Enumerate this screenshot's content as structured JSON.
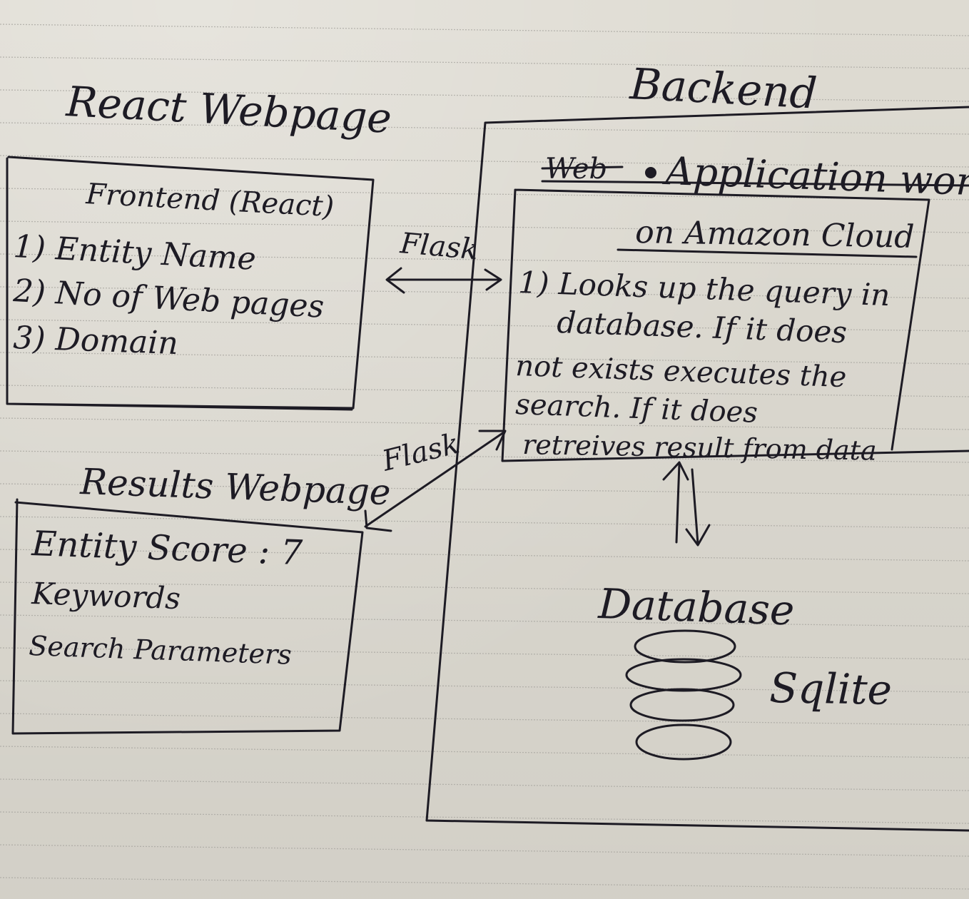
{
  "react_page": {
    "heading": "React Webpage",
    "box_title": "Frontend (React)",
    "items": [
      "1) Entity Name",
      "2) No of Web pages",
      "3) Domain"
    ]
  },
  "results_page": {
    "heading": "Results Webpage",
    "items": [
      "Entity Score : 7",
      "Keywords",
      "Search Parameters"
    ]
  },
  "backend": {
    "heading": "Backend",
    "struck_word": "Web",
    "box_title_line1": "Application works",
    "box_title_line2": "on Amazon Cloud",
    "description": [
      "1) Looks up the query in",
      "database. If it does",
      "not exists executes the",
      "search. If it does",
      "retreives result from data"
    ]
  },
  "connectors": {
    "frontend_to_backend": "Flask",
    "backend_to_results": "Flask"
  },
  "database": {
    "heading": "Database",
    "engine": "Sqlite"
  }
}
